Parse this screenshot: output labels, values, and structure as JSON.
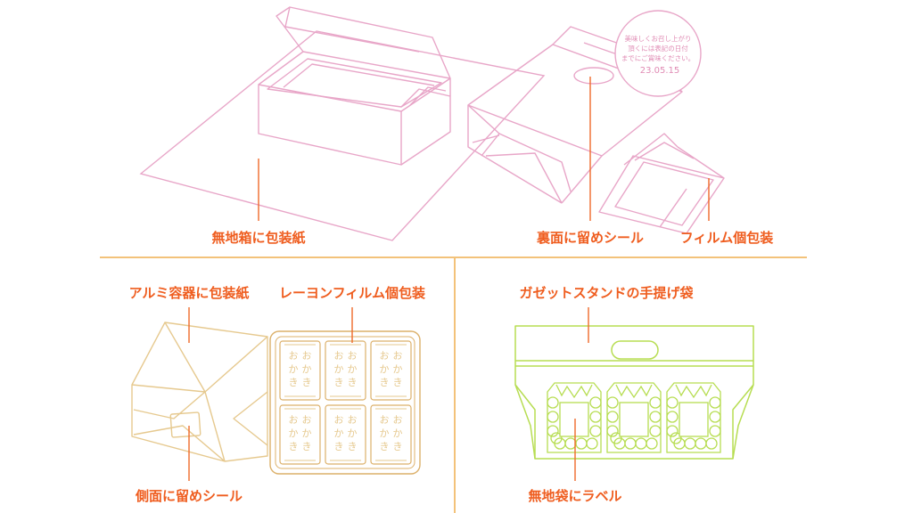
{
  "colors": {
    "pink": "#e8a6c8",
    "orange": "#ef6a2a",
    "divider": "#f3c27a",
    "tan": "#e6c98f",
    "tray": "#dcb06a",
    "green": "#b7dd52",
    "text": "#ef5d1f"
  },
  "top": {
    "label_plain_box": "無地箱に包装紙",
    "label_back_seal": "裏面に留めシール",
    "label_film_wrap": "フィルム個包装",
    "tag_line1": "美味しくお召し上がり",
    "tag_line2": "頂くには表記の日付",
    "tag_line3": "までにご賞味ください。",
    "tag_date": "23.05.15"
  },
  "bottom_left": {
    "label_alu_container": "アルミ容器に包装紙",
    "label_rayon_film": "レーヨンフィルム個包装",
    "label_side_seal": "側面に留めシール",
    "snack_text": "おかき"
  },
  "bottom_right": {
    "label_gusset_bag": "ガゼットスタンドの手提げ袋",
    "label_plain_bag": "無地袋にラベル"
  }
}
